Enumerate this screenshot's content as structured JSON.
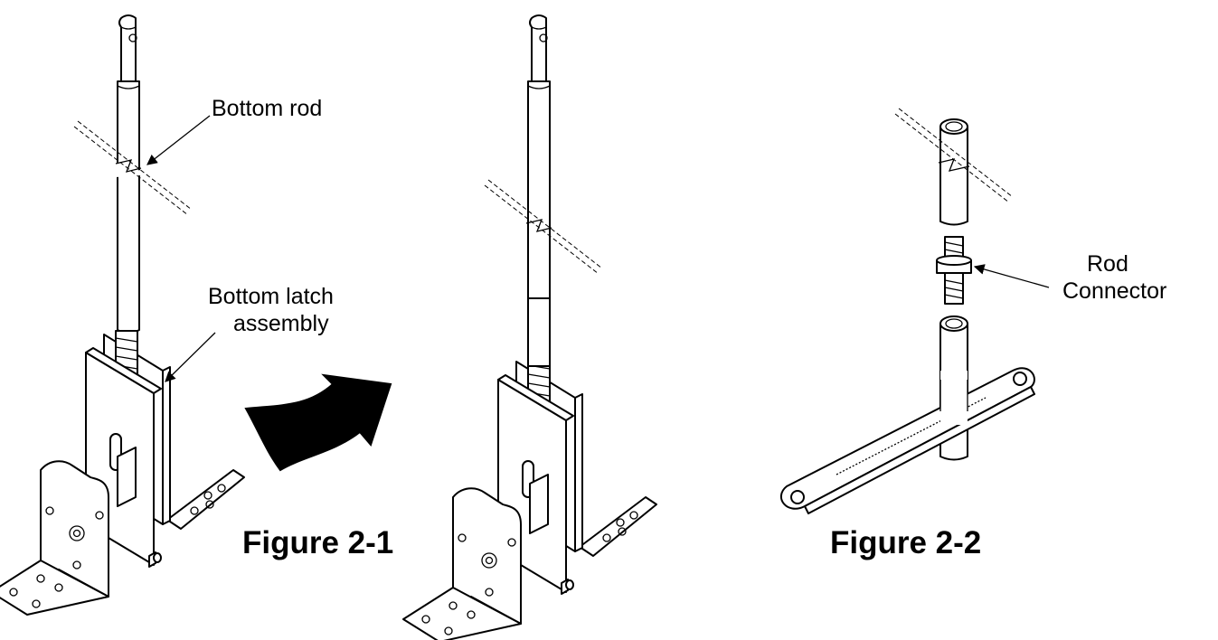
{
  "figure1": {
    "caption": "Figure 2-1",
    "labels": {
      "bottom_rod": "Bottom rod",
      "bottom_latch_line1": "Bottom latch",
      "bottom_latch_line2": "assembly"
    }
  },
  "figure2": {
    "caption": "Figure 2-2",
    "labels": {
      "rod_connector_line1": "Rod",
      "rod_connector_line2": "Connector"
    }
  }
}
